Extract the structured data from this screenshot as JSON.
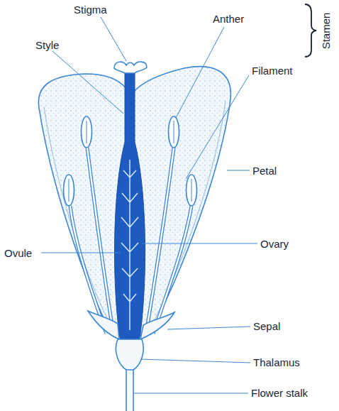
{
  "diagram": {
    "labels": [
      "Stigma",
      "Anther",
      "Style",
      "Filament",
      "Stamen",
      "Petal",
      "Ovule",
      "Ovary",
      "Sepal",
      "Thalamus",
      "Flower stalk"
    ]
  }
}
